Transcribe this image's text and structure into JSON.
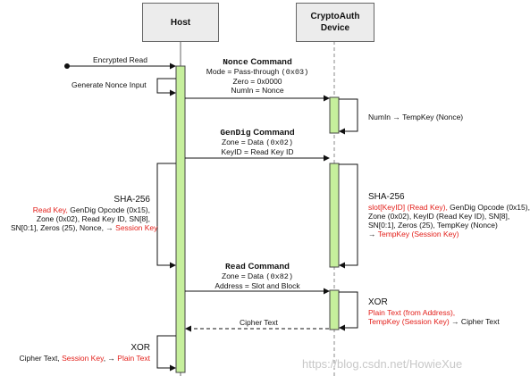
{
  "lifelines": {
    "host": "Host",
    "device_line1": "CryptoAuth",
    "device_line2": "Device"
  },
  "encrypted_read": "Encrypted Read",
  "generate_nonce_input": "Generate Nonce Input",
  "nonce": {
    "command": "Nonce",
    "command_word": "Command",
    "mode": "Mode = Pass-through",
    "mode_code": "(0x03)",
    "zero": "Zero = 0x0000",
    "numin": "NumIn = Nonce",
    "device_result": "NumIn → TempKey (Nonce)"
  },
  "gendig": {
    "command": "GenDig",
    "command_word": "Command",
    "zone": "Zone = Data",
    "zone_code": "(0x02)",
    "keyid": "KeyID = Read Key ID"
  },
  "host_sha": {
    "title": "SHA-256",
    "line1_red": "Read Key,",
    "line1_rest": " GenDig Opcode (0x15),",
    "line2": "Zone (0x02), Read Key ID, SN[8],",
    "line3_a": "SN[0:1], Zeros (25), Nonce, → ",
    "line3_red": "Session Key"
  },
  "device_sha": {
    "title": "SHA-256",
    "line1_red": "slot[KeyID] (Read Key),",
    "line1_rest": " GenDig Opcode (0x15),",
    "line2": "Zone (0x02), KeyID (Read Key ID), SN[8],",
    "line3": "SN[0:1], Zeros (25), TempKey (Nonce)",
    "line4_arrow": "→ ",
    "line4_red": "TempKey (Session Key)"
  },
  "read": {
    "command": "Read",
    "command_word": "Command",
    "zone": "Zone = Data",
    "zone_code": "(0x82)",
    "address": "Address = Slot and Block"
  },
  "device_xor": {
    "title": "XOR",
    "line1_red": "Plain Text (from Address),",
    "line2_red": "TempKey (Session Key)",
    "line2_rest": " → Cipher Text"
  },
  "cipher_text": "Cipher Text",
  "host_xor": {
    "title": "XOR",
    "line_a": "Cipher Text, ",
    "line_red1": "Session Key",
    "line_b": ", → ",
    "line_red2": "Plain Text"
  },
  "watermark": "https://blog.csdn.net/HowieXue",
  "colors": {
    "activation_fill": "#c6ef9c",
    "highlight_red": "#e3201b",
    "header_fill": "#ececec"
  }
}
